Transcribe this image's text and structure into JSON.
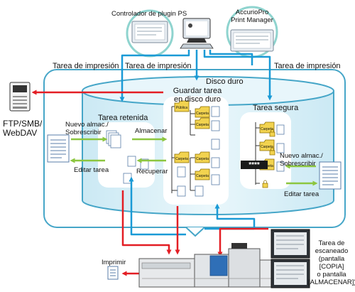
{
  "labels": {
    "plugin_controller": "Controlador de plugin PS",
    "print_manager_1": "AccurioPro",
    "print_manager_2": "Print Manager",
    "print_job_left": "Tarea de impresión",
    "print_job_mid": "Tarea de impresión",
    "print_job_right": "Tarea de impresión",
    "hard_disk": "Disco duro",
    "save_to_disk_1": "Guardar tarea",
    "save_to_disk_2": "en disco duro",
    "held_job": "Tarea retenida",
    "secure_job": "Tarea segura",
    "ftp_1": "FTP/SMB/",
    "ftp_2": "WebDAV",
    "new_store_left_1": "Nuevo almac./",
    "new_store_left_2": "Sobrescribir",
    "store": "Almacenar",
    "edit_job_left": "Editar tarea",
    "recall": "Recuperar",
    "new_store_right_1": "Nuevo almac./",
    "new_store_right_2": "Sobrescribir",
    "edit_job_right": "Editar tarea",
    "password_mask": "****",
    "print": "Imprimir",
    "scan_1": "Tarea de",
    "scan_2": "escaneado",
    "scan_3": "(pantalla",
    "scan_4": "[COPIA]",
    "scan_5": "o pantalla",
    "scan_6": "[ALMACENAR])"
  },
  "folders": {
    "public": "Pública",
    "personal": "Carpeta"
  },
  "colors": {
    "blue_arrow": "#1a9ad6",
    "red_arrow": "#e31e24",
    "green_arrow": "#8cc63f",
    "disk_fill": "#dff1f7",
    "disk_stroke": "#46a6c8",
    "folder_fill": "#f2d34f"
  }
}
